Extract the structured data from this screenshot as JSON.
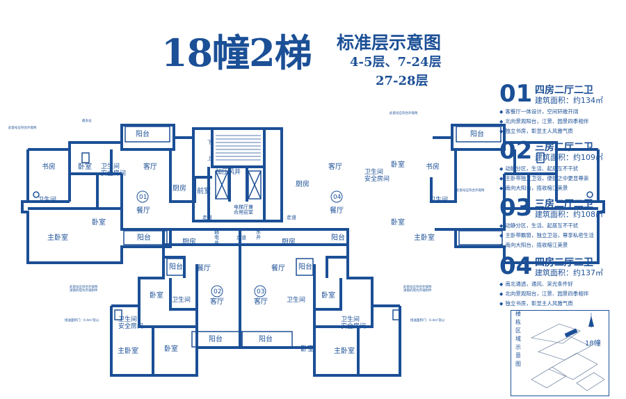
{
  "header": {
    "title": "18幢2梯",
    "subtitle": "标准层示意图",
    "floors_line1": "4-5层、7-24层",
    "floors_line2": "27-28层"
  },
  "plan": {
    "unit01": {
      "label": "01",
      "rooms": {
        "study": "书房",
        "bed": "卧室",
        "bath_safe": "卫生间\n安全房间",
        "living": "客厅",
        "bath": "卫生间",
        "dining": "餐厅",
        "kitchen": "厨房",
        "bed2": "卧室",
        "master": "主卧室",
        "balcony_top": "阳台",
        "balcony_bottom": "阳台"
      }
    },
    "unit02": {
      "label": "02",
      "rooms": {
        "kitchen": "厨房",
        "balcony": "阳台",
        "dining": "餐厅",
        "bed": "卧室",
        "bath": "卫生间",
        "living": "客厅",
        "bath_safe": "卫生间\n安全房间",
        "master": "主卧室",
        "bed2": "卧室",
        "balcony_bottom": "阳台"
      }
    },
    "unit03": {
      "label": "03",
      "rooms": {
        "kitchen": "厨房",
        "balcony": "阳台",
        "dining": "餐厅",
        "living": "客厅",
        "bed": "卧室",
        "bath": "卫生间",
        "bath_safe": "卫生间\n安全房间",
        "bed2": "卧室",
        "master": "主卧室",
        "balcony_bottom": "阳台"
      }
    },
    "unit04": {
      "label": "04",
      "rooms": {
        "living": "客厅",
        "bath_safe": "卫生间\n安全房间",
        "bed": "卧室",
        "study": "书房",
        "kitchen": "厨房",
        "bath": "卫生间",
        "dining": "餐厅",
        "bed2": "卧室",
        "master": "主卧室",
        "balcony_top": "阳台",
        "balcony_bottom": "阳台"
      }
    },
    "core": {
      "front_room": "前室",
      "pressurized_shaft": "加压风井",
      "lobby": "电梯厅兼\n合用前室",
      "corridor_left": "走道",
      "corridor_center": "走道",
      "corridor_right": "走道",
      "weak_shaft": "弱\n电\n井",
      "strong_shaft": "强\n电\n井",
      "water_shaft": "水\n井",
      "pressurized_shaft2": "加\n压\n风\n井",
      "stair_down": "下",
      "stair_up": "上"
    },
    "notes": {
      "a": "此窗号应符合外观附",
      "b": "最多设",
      "c": "此窗号应符合外观附\n进窗的现为外观附件",
      "d": "接送面积门：0.4m²及以"
    }
  },
  "units": [
    {
      "num": "01",
      "type": "四房二厅二卫",
      "area_label": "建筑面积：",
      "area_value": "约134㎡",
      "features": [
        "客餐厅一体设计，空间轩敞开阔",
        "北向景观阳台，江景、园景四季相伴",
        "独立书房，彰显主人风雅气质"
      ]
    },
    {
      "num": "02",
      "type": "三房二厅二卫",
      "area_label": "建筑面积：",
      "area_value": "约109㎡",
      "features": [
        "动静分区，生活、起居互不干扰",
        "主卧带独立卫浴，便捷之中更显尊崇",
        "南向大阳台，揽收榕江美景"
      ]
    },
    {
      "num": "03",
      "type": "三房二厅二卫",
      "area_label": "建筑面积：",
      "area_value": "约108㎡",
      "features": [
        "动静分区，生活、起居互不干扰",
        "主卧带飘窗，独立卫浴，尊享私密生活",
        "南向大阳台，揽收榕江美景"
      ]
    },
    {
      "num": "04",
      "type": "四房二厅二卫",
      "area_label": "建筑面积：",
      "area_value": "约137㎡",
      "features": [
        "南北通透，通风、采光条件好",
        "北向景观阳台，江景、园景四季相伴",
        "独立书房，彰显主人风雅气质"
      ]
    }
  ],
  "keyplan": {
    "label": "楼栋区域示意图",
    "building": "18幢"
  },
  "colors": {
    "primary": "#1b4f96",
    "wall": "#1b4f96",
    "accent_fill": "#eaf1fa"
  }
}
